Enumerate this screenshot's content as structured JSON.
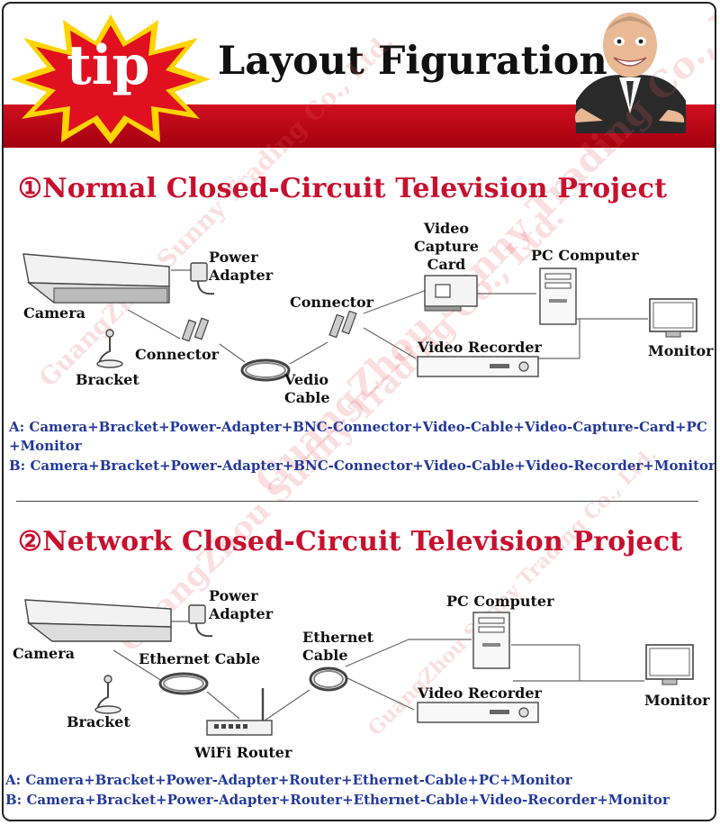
{
  "header": {
    "badge": "tip",
    "title": "Layout Figuration"
  },
  "watermarks": [
    "GuangZhou Sunny Trading Co., Ltd.",
    "GuangZhou Sunny Trading Co., Ltd.",
    "GuangZhou Sunny Trading Co., Ltd.",
    "GuangZhou Sunny Trading Co., Ltd."
  ],
  "section1": {
    "title": "①Normal Closed-Circuit Television Project",
    "labels": {
      "power_adapter": "Power\nAdapter",
      "camera": "Camera",
      "connector_left": "Connector",
      "bracket": "Bracket",
      "connector_right": "Connector",
      "vedio_cable": "Vedio\nCable",
      "video_capture_card": "Video\nCapture\nCard",
      "pc_computer": "PC Computer",
      "video_recorder": "Video Recorder",
      "monitor": "Monitor"
    },
    "combo_a": "A: Camera+Bracket+Power-Adapter+BNC-Connector+Video-Cable+Video-Capture-Card+PC\n+Monitor",
    "combo_b": "B: Camera+Bracket+Power-Adapter+BNC-Connector+Video-Cable+Video-Recorder+Monitor"
  },
  "section2": {
    "title": "②Network Closed-Circuit Television Project",
    "labels": {
      "power_adapter": "Power\nAdapter",
      "camera": "Camera",
      "ethernet_cable_left": "Ethernet Cable",
      "bracket": "Bracket",
      "wifi_router": "WiFi Router",
      "ethernet_cable_right": "Ethernet\nCable",
      "pc_computer": "PC Computer",
      "video_recorder": "Video Recorder",
      "monitor": "Monitor"
    },
    "combo_a": "A: Camera+Bracket+Power-Adapter+Router+Ethernet-Cable+PC+Monitor",
    "combo_b": "B: Camera+Bracket+Power-Adapter+Router+Ethernet-Cable+Video-Recorder+Monitor"
  },
  "colors": {
    "accent_red": "#c8102e",
    "combo_blue": "#23389a",
    "star_red": "#e01020",
    "star_yellow": "#ffd400"
  }
}
